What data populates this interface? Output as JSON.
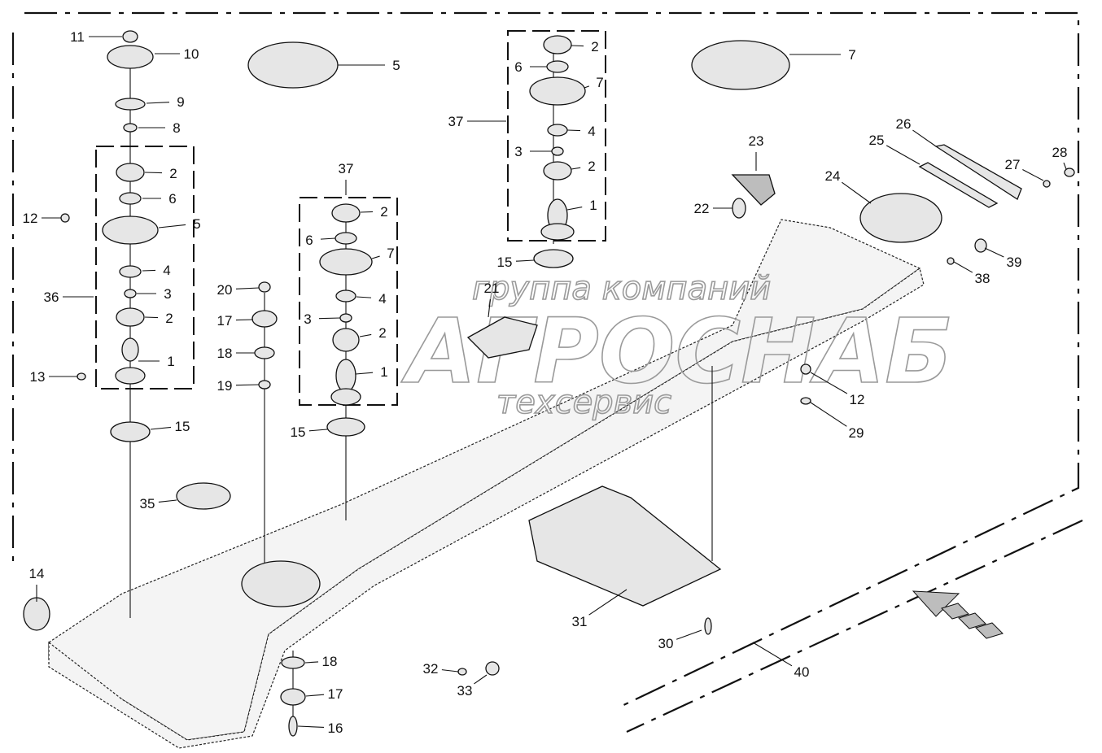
{
  "diagram": {
    "callouts": [
      "11",
      "10",
      "9",
      "8",
      "2",
      "6",
      "5",
      "12",
      "4",
      "3",
      "36",
      "2",
      "1",
      "13",
      "15",
      "5",
      "37",
      "2",
      "6",
      "7",
      "4",
      "3",
      "2",
      "1",
      "15",
      "20",
      "17",
      "18",
      "19",
      "35",
      "2",
      "6",
      "7",
      "37",
      "4",
      "3",
      "2",
      "1",
      "15",
      "7",
      "23",
      "22",
      "26",
      "25",
      "24",
      "27",
      "28",
      "39",
      "38",
      "21",
      "12",
      "29",
      "14",
      "31",
      "30",
      "40",
      "32",
      "33",
      "18",
      "17",
      "16"
    ],
    "watermark": {
      "line1": "группа компаний",
      "line2": "АГРОСНАБ",
      "line3": "техсервис"
    },
    "colors": {
      "line": "#111111",
      "watermark": "#9a9a9a",
      "fill": "#e6e6e6"
    }
  }
}
